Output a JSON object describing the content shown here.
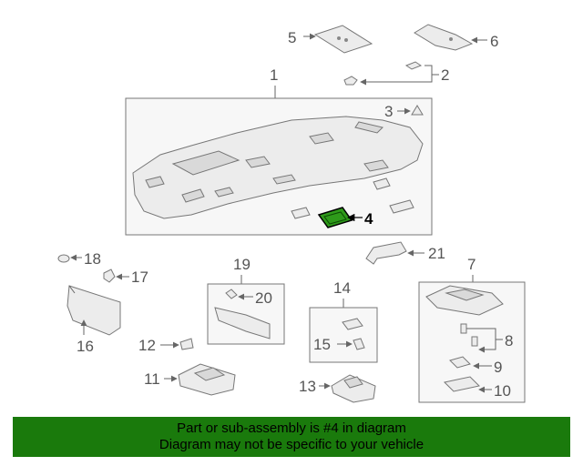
{
  "diagram": {
    "callouts": {
      "c1": "1",
      "c2": "2",
      "c3": "3",
      "c4": "4",
      "c5": "5",
      "c6": "6",
      "c7": "7",
      "c8": "8",
      "c9": "9",
      "c10": "10",
      "c11": "11",
      "c12": "12",
      "c13": "13",
      "c14": "14",
      "c15": "15",
      "c16": "16",
      "c17": "17",
      "c18": "18",
      "c19": "19",
      "c20": "20",
      "c21": "21"
    },
    "highlighted_part": "4",
    "highlight_color": "#2e9a1a"
  },
  "banner": {
    "line1": "Part or sub-assembly is #4 in diagram",
    "line2": "Diagram may not be specific to your vehicle",
    "background": "#1a7a0c"
  }
}
